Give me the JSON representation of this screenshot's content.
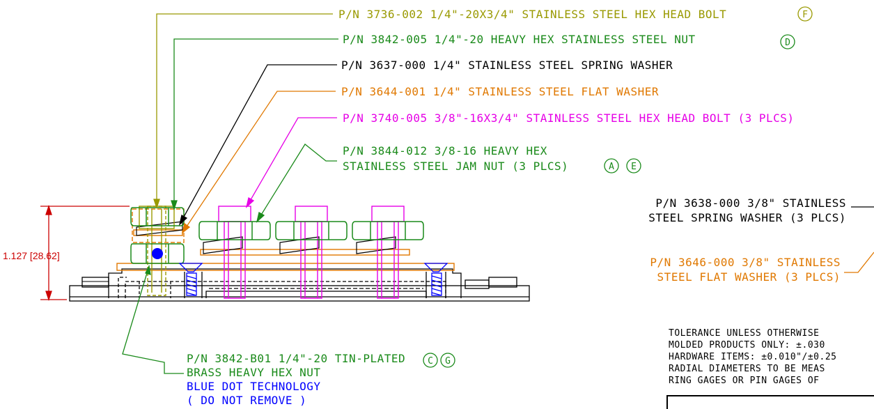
{
  "callouts": {
    "f_bolt": {
      "text": "P/N 3736-002 1/4\"-20X3/4\" STAINLESS STEEL HEX HEAD BOLT",
      "marker": "F",
      "color": "#999900"
    },
    "d_nut": {
      "text": "P/N 3842-005 1/4\"-20 HEAVY HEX STAINLESS STEEL NUT",
      "marker": "D",
      "color": "#1a8a1a"
    },
    "spring_washer_quarter": {
      "text": "P/N 3637-000 1/4\" STAINLESS STEEL SPRING WASHER",
      "color": "#000000"
    },
    "flat_washer_quarter": {
      "text": "P/N 3644-001 1/4\" STAINLESS STEEL FLAT WASHER",
      "color": "#e07800"
    },
    "hex_bolt_3_8": {
      "text": "P/N 3740-005 3/8\"-16X3/4\" STAINLESS STEEL HEX HEAD BOLT (3 PLCS)",
      "color": "#e600e6"
    },
    "jam_nut": {
      "line1": "P/N 3844-012 3/8-16 HEAVY HEX",
      "line2": "STAINLESS STEEL JAM NUT (3 PLCS)",
      "markers": [
        "A",
        "E"
      ],
      "color": "#1a8a1a"
    },
    "spring_washer_3_8": {
      "line1": "P/N 3638-000 3/8\" STAINLESS",
      "line2": "STEEL SPRING WASHER (3 PLCS)",
      "color": "#000000"
    },
    "flat_washer_3_8": {
      "line1": "P/N 3646-000 3/8\" STAINLESS",
      "line2": "STEEL FLAT WASHER (3 PLCS)",
      "color": "#e07800"
    },
    "brass_nut": {
      "line1": "P/N 3842-B01 1/4\"-20 TIN-PLATED",
      "line2": "BRASS HEAVY HEX NUT",
      "line3": "BLUE DOT TECHNOLOGY",
      "line4": "( DO NOT REMOVE )",
      "markers": [
        "C",
        "G"
      ],
      "color": "#1a8a1a",
      "blue": "#0000ff"
    }
  },
  "dimension": {
    "text": "1.127 [28.62]",
    "color": "#cc0000"
  },
  "tolerance": {
    "line1": "TOLERANCE UNLESS OTHERWISE",
    "line2": "MOLDED PRODUCTS ONLY: ±.030",
    "line3": "HARDWARE ITEMS: ±0.010\"/±0.25",
    "line4": "RADIAL DIAMETERS TO BE MEAS",
    "line5": "RING GAGES OR PIN GAGES OF"
  }
}
